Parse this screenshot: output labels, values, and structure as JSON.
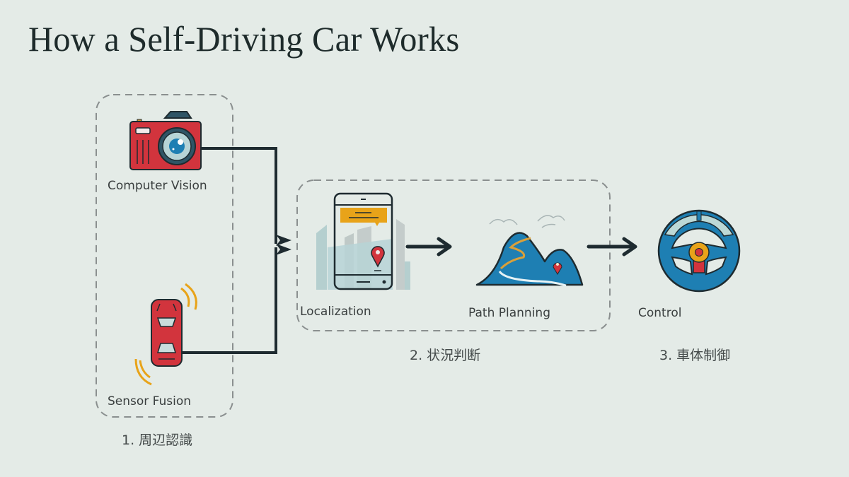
{
  "title": "How a Self-Driving Car Works",
  "colors": {
    "background": "#e4ebe7",
    "line": "#1e2b30",
    "dash": "#8a8f8f",
    "red": "#d2343d",
    "blue": "#1e7fb3",
    "orange": "#e8a319",
    "paleBlue": "#b7d4d6"
  },
  "nodes": {
    "computer_vision": {
      "label": "Computer Vision",
      "icon": "camera-icon"
    },
    "sensor_fusion": {
      "label": "Sensor Fusion",
      "icon": "car-sensor-icon"
    },
    "localization": {
      "label": "Localization",
      "icon": "smartphone-map-icon"
    },
    "path_planning": {
      "label": "Path Planning",
      "icon": "mountain-path-icon"
    },
    "control": {
      "label": "Control",
      "icon": "steering-wheel-icon"
    }
  },
  "stages": [
    {
      "label": "1. 周辺認識"
    },
    {
      "label": "2. 状況判断"
    },
    {
      "label": "3. 車体制御"
    }
  ],
  "edges": [
    {
      "from": "computer_vision",
      "to": "localization"
    },
    {
      "from": "sensor_fusion",
      "to": "localization"
    },
    {
      "from": "localization",
      "to": "path_planning"
    },
    {
      "from": "path_planning",
      "to": "control"
    }
  ]
}
